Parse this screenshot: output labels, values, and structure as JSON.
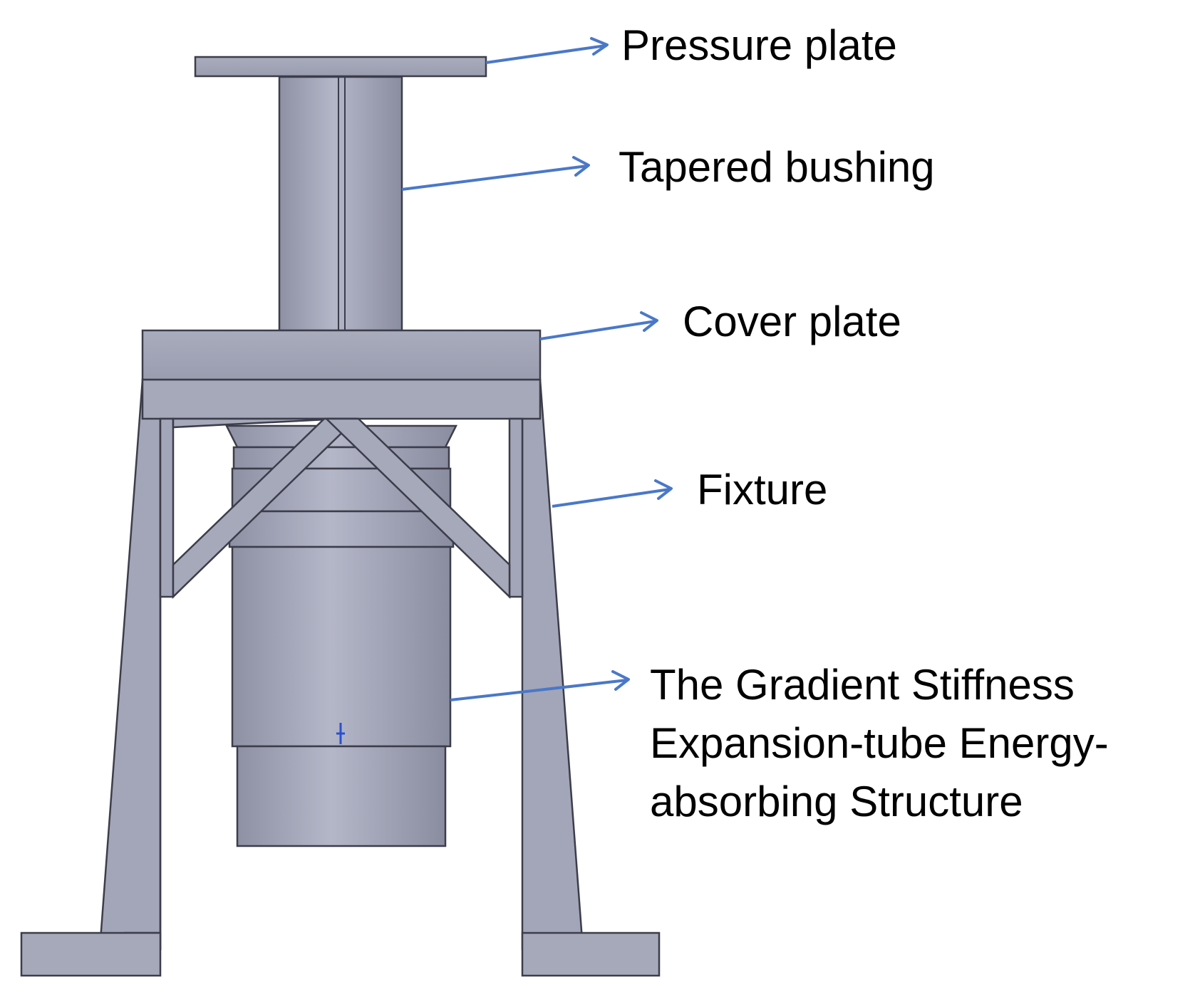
{
  "callouts": [
    {
      "id": "pressure-plate",
      "lines": [
        "Pressure plate"
      ]
    },
    {
      "id": "tapered-bushing",
      "lines": [
        "Tapered bushing"
      ]
    },
    {
      "id": "cover-plate",
      "lines": [
        "Cover plate"
      ]
    },
    {
      "id": "fixture",
      "lines": [
        "Fixture"
      ]
    },
    {
      "id": "energy-structure",
      "lines": [
        "The Gradient Stiffness",
        "Expansion-tube Energy-",
        "absorbing Structure"
      ]
    }
  ],
  "colors": {
    "part_face": "#a6a9ba",
    "part_light": "#b5b8c9",
    "part_dark": "#8f92a5",
    "part_edge": "#3c3d4a",
    "arrow": "#4a78c8"
  }
}
